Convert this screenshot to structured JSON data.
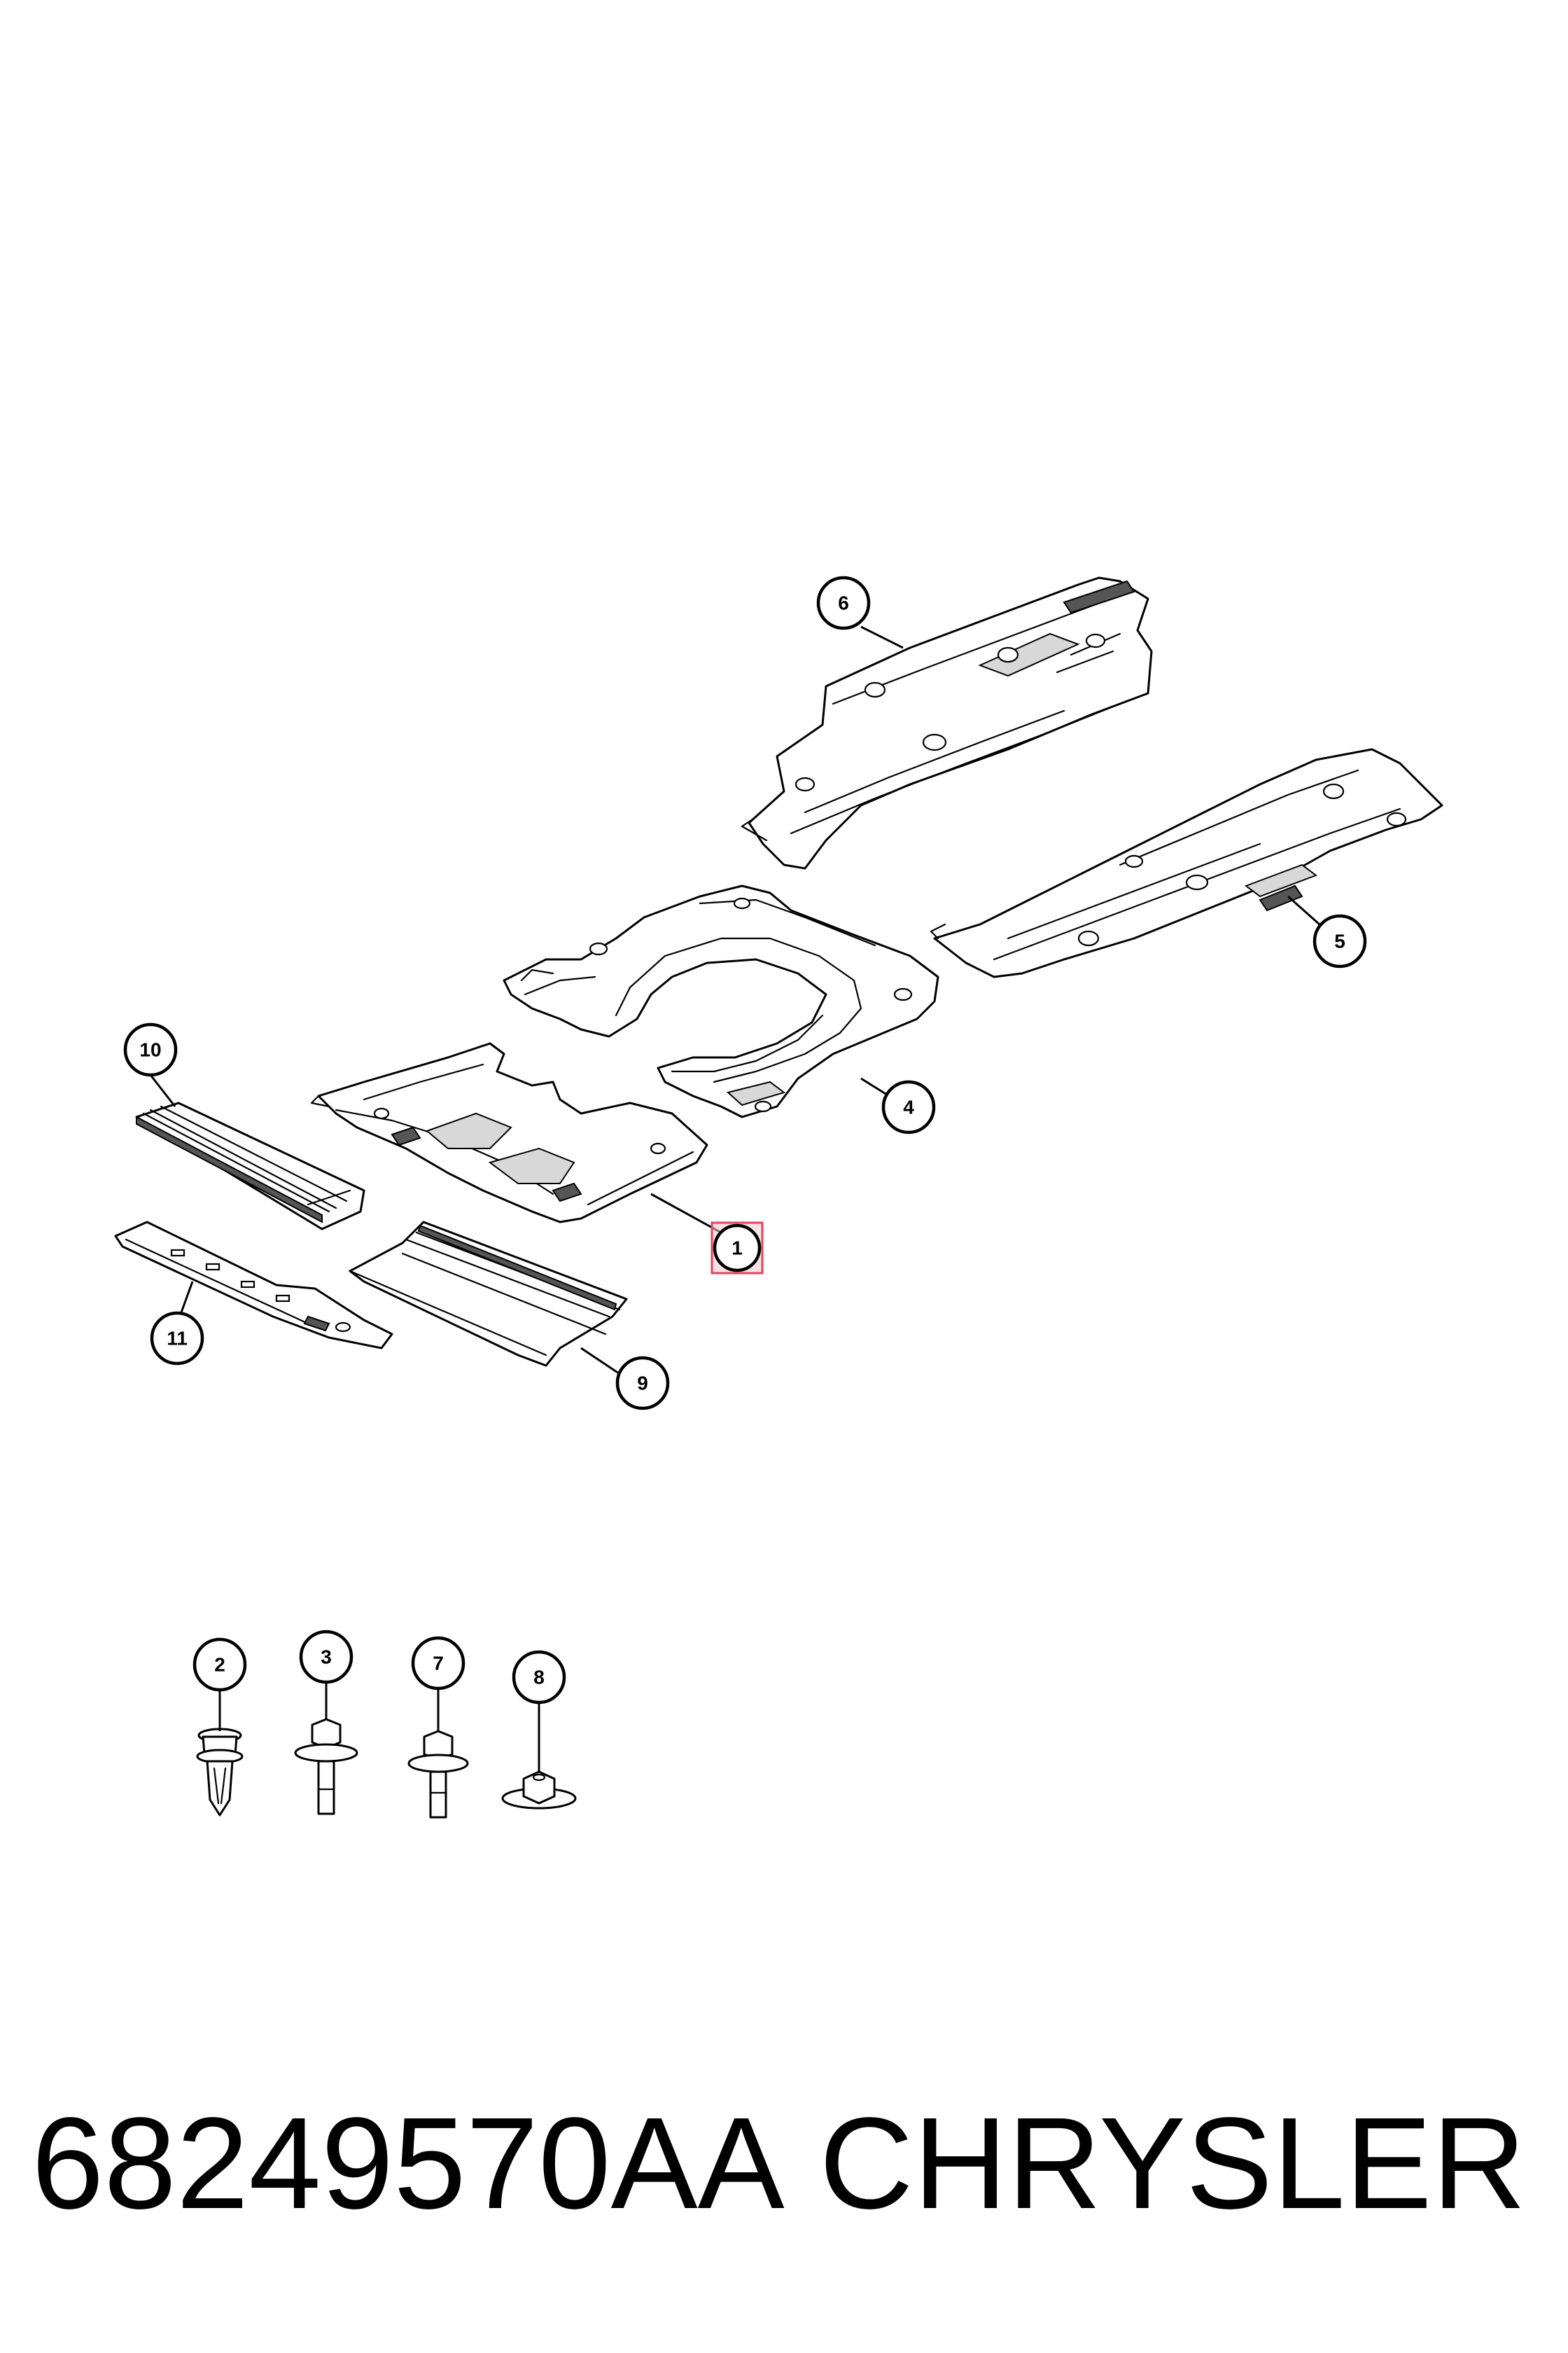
{
  "callouts": {
    "c1": "1",
    "c2": "2",
    "c3": "3",
    "c4": "4",
    "c5": "5",
    "c6": "6",
    "c7": "7",
    "c8": "8",
    "c9": "9",
    "c10": "10",
    "c11": "11"
  },
  "highlighted_callout": "1",
  "highlight_color": "#e0455f",
  "caption": {
    "part_number": "68249570AA",
    "brand": "CHRYSLER"
  }
}
